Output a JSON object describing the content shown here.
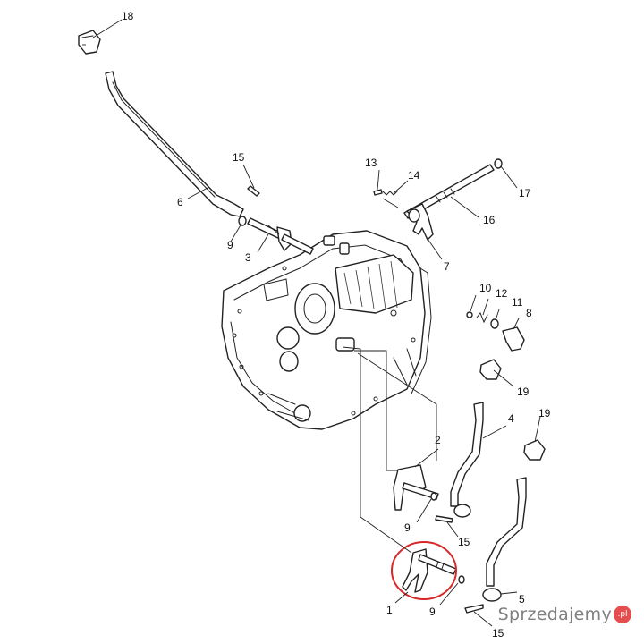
{
  "callouts": [
    {
      "id": "c18",
      "label": "18"
    },
    {
      "id": "c15a",
      "label": "15"
    },
    {
      "id": "c6",
      "label": "6"
    },
    {
      "id": "c13",
      "label": "13"
    },
    {
      "id": "c14",
      "label": "14"
    },
    {
      "id": "c17",
      "label": "17"
    },
    {
      "id": "c16",
      "label": "16"
    },
    {
      "id": "c9a",
      "label": "9"
    },
    {
      "id": "c3",
      "label": "3"
    },
    {
      "id": "c7",
      "label": "7"
    },
    {
      "id": "c10",
      "label": "10"
    },
    {
      "id": "c12",
      "label": "12"
    },
    {
      "id": "c11",
      "label": "11"
    },
    {
      "id": "c8",
      "label": "8"
    },
    {
      "id": "c19a",
      "label": "19"
    },
    {
      "id": "c19b",
      "label": "19"
    },
    {
      "id": "c4",
      "label": "4"
    },
    {
      "id": "c2",
      "label": "2"
    },
    {
      "id": "c9b",
      "label": "9"
    },
    {
      "id": "c15b",
      "label": "15"
    },
    {
      "id": "c1",
      "label": "1"
    },
    {
      "id": "c9c",
      "label": "9"
    },
    {
      "id": "c5",
      "label": "5"
    },
    {
      "id": "c15c",
      "label": "15"
    }
  ],
  "highlight": {
    "color": "#d62828"
  },
  "watermark": {
    "text": "Sprzedajemy",
    "badge": ".pl",
    "brand_color": "#e23b3b"
  }
}
